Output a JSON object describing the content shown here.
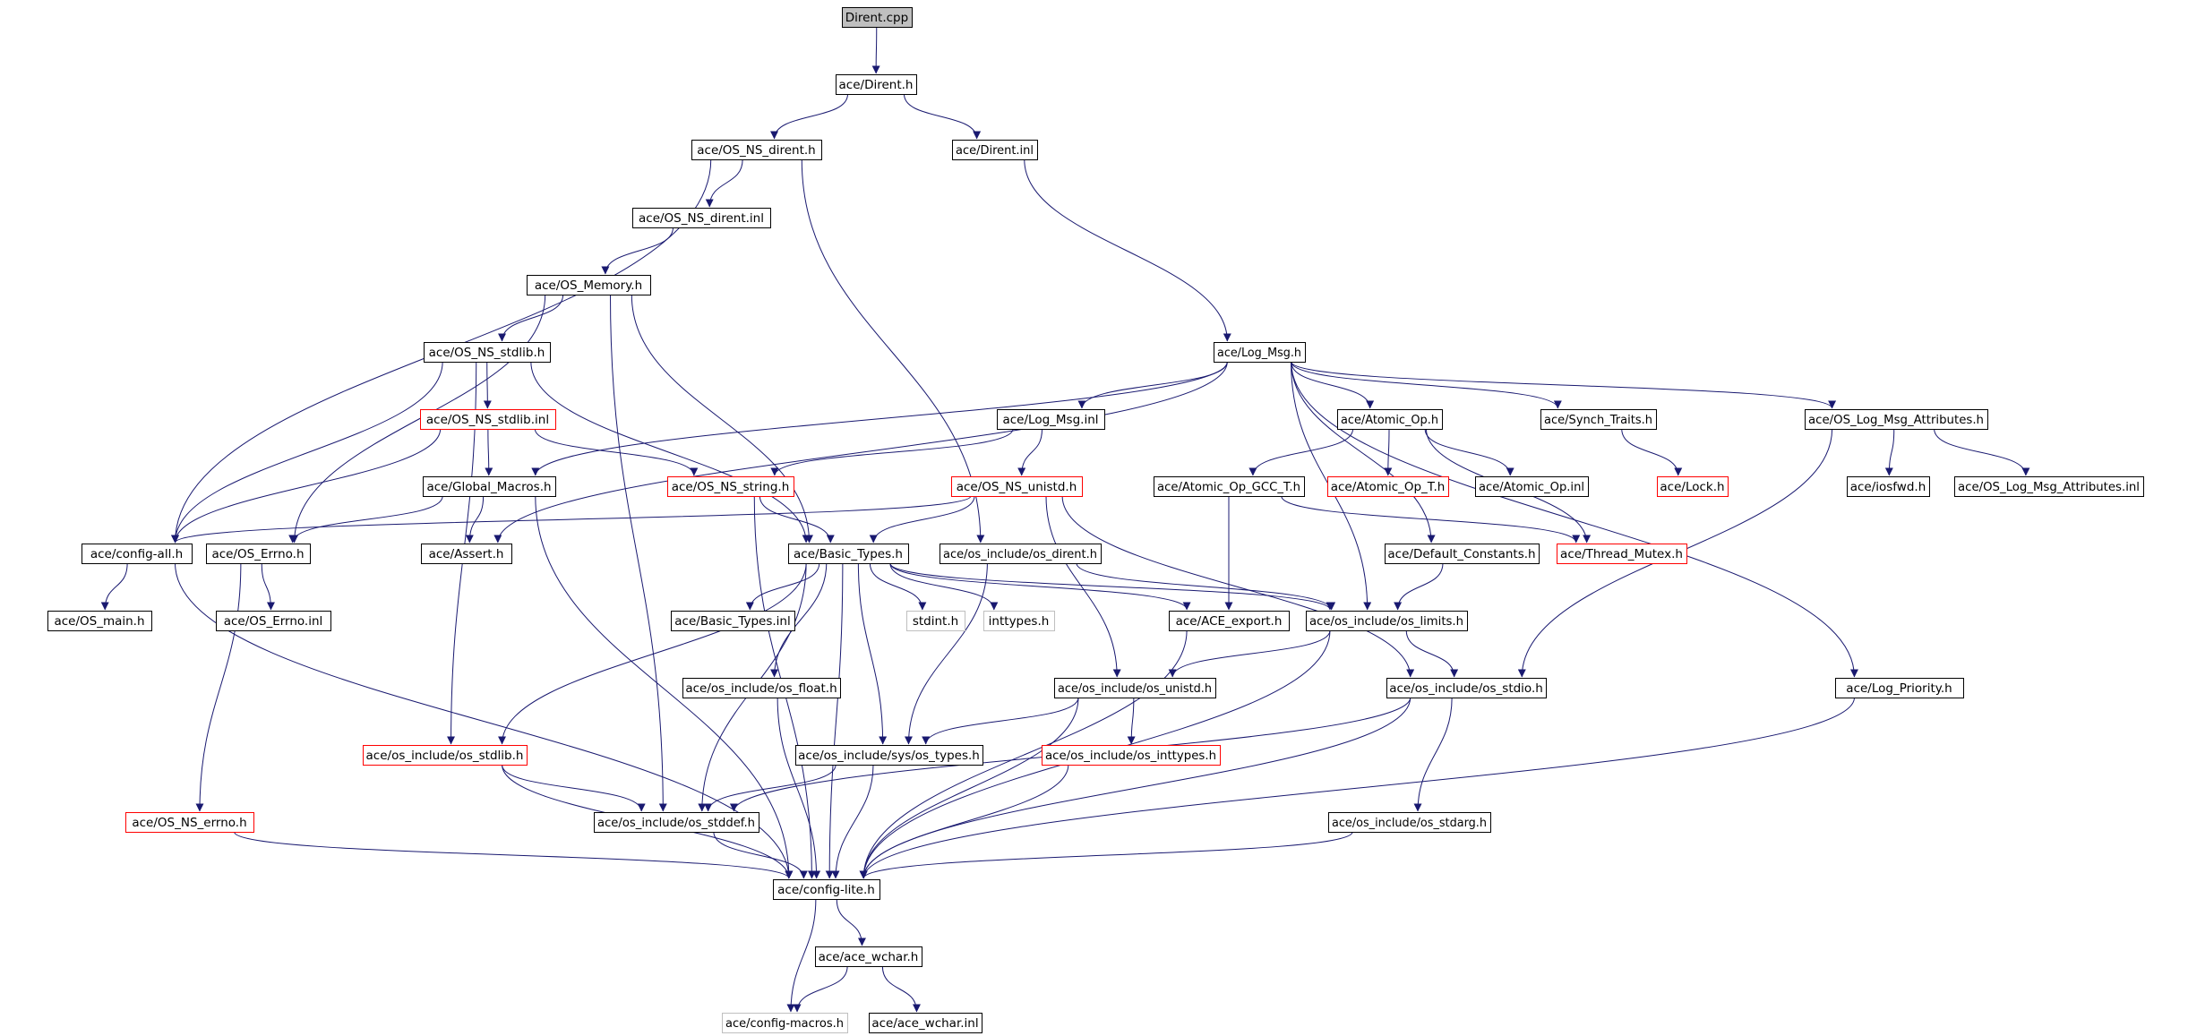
{
  "graph": {
    "colors": {
      "edge": "#191970",
      "text": "#000000",
      "normal_border": "#000000",
      "truncated_border": "#ff0000",
      "external_border": "#bfbfbf",
      "root_fill": "#bfbfbf",
      "background": "#ffffff"
    },
    "nodes": [
      {
        "id": "root",
        "label": "Dirent.cpp",
        "kind": "root"
      },
      {
        "id": "dirent_h",
        "label": "ace/Dirent.h",
        "kind": "normal"
      },
      {
        "id": "os_ns_dirent_h",
        "label": "ace/OS_NS_dirent.h",
        "kind": "normal"
      },
      {
        "id": "dirent_inl",
        "label": "ace/Dirent.inl",
        "kind": "normal"
      },
      {
        "id": "os_ns_dirent_inl",
        "label": "ace/OS_NS_dirent.inl",
        "kind": "normal"
      },
      {
        "id": "os_memory_h",
        "label": "ace/OS_Memory.h",
        "kind": "normal"
      },
      {
        "id": "log_msg_h",
        "label": "ace/Log_Msg.h",
        "kind": "normal"
      },
      {
        "id": "os_ns_stdlib_h",
        "label": "ace/OS_NS_stdlib.h",
        "kind": "normal"
      },
      {
        "id": "os_ns_stdlib_inl",
        "label": "ace/OS_NS_stdlib.inl",
        "kind": "truncated"
      },
      {
        "id": "log_msg_inl",
        "label": "ace/Log_Msg.inl",
        "kind": "normal"
      },
      {
        "id": "atomic_op_h",
        "label": "ace/Atomic_Op.h",
        "kind": "normal"
      },
      {
        "id": "synch_traits_h",
        "label": "ace/Synch_Traits.h",
        "kind": "normal"
      },
      {
        "id": "os_log_msg_attr_h",
        "label": "ace/OS_Log_Msg_Attributes.h",
        "kind": "normal"
      },
      {
        "id": "global_macros_h",
        "label": "ace/Global_Macros.h",
        "kind": "normal"
      },
      {
        "id": "os_ns_string_h",
        "label": "ace/OS_NS_string.h",
        "kind": "truncated"
      },
      {
        "id": "os_ns_unistd_h",
        "label": "ace/OS_NS_unistd.h",
        "kind": "truncated"
      },
      {
        "id": "atomic_op_gcc_t_h",
        "label": "ace/Atomic_Op_GCC_T.h",
        "kind": "normal"
      },
      {
        "id": "atomic_op_t_h",
        "label": "ace/Atomic_Op_T.h",
        "kind": "truncated"
      },
      {
        "id": "atomic_op_inl",
        "label": "ace/Atomic_Op.inl",
        "kind": "normal"
      },
      {
        "id": "lock_h",
        "label": "ace/Lock.h",
        "kind": "truncated"
      },
      {
        "id": "iosfwd_h",
        "label": "ace/iosfwd.h",
        "kind": "normal"
      },
      {
        "id": "os_log_msg_attr_inl",
        "label": "ace/OS_Log_Msg_Attributes.inl",
        "kind": "normal"
      },
      {
        "id": "config_all_h",
        "label": "ace/config-all.h",
        "kind": "normal"
      },
      {
        "id": "os_errno_h",
        "label": "ace/OS_Errno.h",
        "kind": "normal"
      },
      {
        "id": "assert_h",
        "label": "ace/Assert.h",
        "kind": "normal"
      },
      {
        "id": "basic_types_h",
        "label": "ace/Basic_Types.h",
        "kind": "normal"
      },
      {
        "id": "os_include_os_dirent_h",
        "label": "ace/os_include/os_dirent.h",
        "kind": "normal"
      },
      {
        "id": "default_constants_h",
        "label": "ace/Default_Constants.h",
        "kind": "normal"
      },
      {
        "id": "thread_mutex_h",
        "label": "ace/Thread_Mutex.h",
        "kind": "truncated"
      },
      {
        "id": "os_main_h",
        "label": "ace/OS_main.h",
        "kind": "normal"
      },
      {
        "id": "os_errno_inl",
        "label": "ace/OS_Errno.inl",
        "kind": "normal"
      },
      {
        "id": "basic_types_inl",
        "label": "ace/Basic_Types.inl",
        "kind": "normal"
      },
      {
        "id": "stdint_h",
        "label": "stdint.h",
        "kind": "external"
      },
      {
        "id": "inttypes_h",
        "label": "inttypes.h",
        "kind": "external"
      },
      {
        "id": "ace_export_h",
        "label": "ace/ACE_export.h",
        "kind": "normal"
      },
      {
        "id": "os_limits_h",
        "label": "ace/os_include/os_limits.h",
        "kind": "normal"
      },
      {
        "id": "os_float_h",
        "label": "ace/os_include/os_float.h",
        "kind": "normal"
      },
      {
        "id": "os_unistd_h",
        "label": "ace/os_include/os_unistd.h",
        "kind": "normal"
      },
      {
        "id": "os_stdio_h",
        "label": "ace/os_include/os_stdio.h",
        "kind": "normal"
      },
      {
        "id": "log_priority_h",
        "label": "ace/Log_Priority.h",
        "kind": "normal"
      },
      {
        "id": "os_stdlib_h",
        "label": "ace/os_include/os_stdlib.h",
        "kind": "truncated"
      },
      {
        "id": "sys_os_types_h",
        "label": "ace/os_include/sys/os_types.h",
        "kind": "normal"
      },
      {
        "id": "os_inttypes_h",
        "label": "ace/os_include/os_inttypes.h",
        "kind": "truncated"
      },
      {
        "id": "os_ns_errno_h",
        "label": "ace/OS_NS_errno.h",
        "kind": "truncated"
      },
      {
        "id": "os_stddef_h",
        "label": "ace/os_include/os_stddef.h",
        "kind": "normal"
      },
      {
        "id": "os_stdarg_h",
        "label": "ace/os_include/os_stdarg.h",
        "kind": "normal"
      },
      {
        "id": "config_lite_h",
        "label": "ace/config-lite.h",
        "kind": "normal"
      },
      {
        "id": "ace_wchar_h",
        "label": "ace/ace_wchar.h",
        "kind": "normal"
      },
      {
        "id": "config_macros_h",
        "label": "ace/config-macros.h",
        "kind": "external"
      },
      {
        "id": "ace_wchar_inl",
        "label": "ace/ace_wchar.inl",
        "kind": "normal"
      }
    ],
    "edges": [
      [
        "root",
        "dirent_h"
      ],
      [
        "dirent_h",
        "os_ns_dirent_h"
      ],
      [
        "dirent_h",
        "dirent_inl"
      ],
      [
        "os_ns_dirent_h",
        "config_all_h"
      ],
      [
        "os_ns_dirent_h",
        "os_ns_dirent_inl"
      ],
      [
        "os_ns_dirent_h",
        "os_include_os_dirent_h"
      ],
      [
        "dirent_inl",
        "log_msg_h"
      ],
      [
        "os_ns_dirent_inl",
        "os_memory_h"
      ],
      [
        "os_memory_h",
        "os_ns_stdlib_h"
      ],
      [
        "os_memory_h",
        "os_errno_h"
      ],
      [
        "os_memory_h",
        "basic_types_h"
      ],
      [
        "os_memory_h",
        "os_stddef_h"
      ],
      [
        "os_ns_stdlib_h",
        "os_ns_stdlib_inl"
      ],
      [
        "os_ns_stdlib_h",
        "config_all_h"
      ],
      [
        "os_ns_stdlib_h",
        "basic_types_h"
      ],
      [
        "os_ns_stdlib_h",
        "os_stdlib_h"
      ],
      [
        "os_ns_stdlib_inl",
        "global_macros_h"
      ],
      [
        "os_ns_stdlib_inl",
        "os_ns_string_h"
      ],
      [
        "os_ns_stdlib_inl",
        "config_all_h"
      ],
      [
        "log_msg_h",
        "log_msg_inl"
      ],
      [
        "log_msg_h",
        "atomic_op_h"
      ],
      [
        "log_msg_h",
        "synch_traits_h"
      ],
      [
        "log_msg_h",
        "os_log_msg_attr_h"
      ],
      [
        "log_msg_h",
        "global_macros_h"
      ],
      [
        "log_msg_h",
        "assert_h"
      ],
      [
        "log_msg_h",
        "default_constants_h"
      ],
      [
        "log_msg_h",
        "os_limits_h"
      ],
      [
        "log_msg_h",
        "log_priority_h"
      ],
      [
        "log_msg_inl",
        "os_ns_string_h"
      ],
      [
        "log_msg_inl",
        "os_ns_unistd_h"
      ],
      [
        "atomic_op_h",
        "atomic_op_gcc_t_h"
      ],
      [
        "atomic_op_h",
        "atomic_op_t_h"
      ],
      [
        "atomic_op_h",
        "atomic_op_inl"
      ],
      [
        "atomic_op_h",
        "thread_mutex_h"
      ],
      [
        "synch_traits_h",
        "lock_h"
      ],
      [
        "os_log_msg_attr_h",
        "iosfwd_h"
      ],
      [
        "os_log_msg_attr_h",
        "os_log_msg_attr_inl"
      ],
      [
        "os_log_msg_attr_h",
        "os_stdio_h"
      ],
      [
        "global_macros_h",
        "os_errno_h"
      ],
      [
        "global_macros_h",
        "assert_h"
      ],
      [
        "global_macros_h",
        "config_lite_h"
      ],
      [
        "os_ns_string_h",
        "basic_types_h"
      ],
      [
        "os_ns_string_h",
        "config_lite_h"
      ],
      [
        "os_ns_unistd_h",
        "config_all_h"
      ],
      [
        "os_ns_unistd_h",
        "basic_types_h"
      ],
      [
        "os_ns_unistd_h",
        "os_unistd_h"
      ],
      [
        "os_ns_unistd_h",
        "os_stdio_h"
      ],
      [
        "atomic_op_gcc_t_h",
        "ace_export_h"
      ],
      [
        "atomic_op_gcc_t_h",
        "thread_mutex_h"
      ],
      [
        "config_all_h",
        "os_main_h"
      ],
      [
        "config_all_h",
        "config_lite_h"
      ],
      [
        "os_errno_h",
        "os_errno_inl"
      ],
      [
        "os_errno_h",
        "os_ns_errno_h"
      ],
      [
        "basic_types_h",
        "basic_types_inl"
      ],
      [
        "basic_types_h",
        "stdint_h"
      ],
      [
        "basic_types_h",
        "inttypes_h"
      ],
      [
        "basic_types_h",
        "ace_export_h"
      ],
      [
        "basic_types_h",
        "os_limits_h"
      ],
      [
        "basic_types_h",
        "os_float_h"
      ],
      [
        "basic_types_h",
        "os_stdlib_h"
      ],
      [
        "basic_types_h",
        "sys_os_types_h"
      ],
      [
        "basic_types_h",
        "os_stddef_h"
      ],
      [
        "basic_types_h",
        "config_lite_h"
      ],
      [
        "os_include_os_dirent_h",
        "os_limits_h"
      ],
      [
        "os_include_os_dirent_h",
        "sys_os_types_h"
      ],
      [
        "default_constants_h",
        "os_limits_h"
      ],
      [
        "os_limits_h",
        "os_unistd_h"
      ],
      [
        "os_limits_h",
        "os_stdio_h"
      ],
      [
        "os_limits_h",
        "config_lite_h"
      ],
      [
        "os_float_h",
        "config_lite_h"
      ],
      [
        "os_unistd_h",
        "sys_os_types_h"
      ],
      [
        "os_unistd_h",
        "os_inttypes_h"
      ],
      [
        "os_unistd_h",
        "config_lite_h"
      ],
      [
        "os_stdio_h",
        "os_stddef_h"
      ],
      [
        "os_stdio_h",
        "os_stdarg_h"
      ],
      [
        "os_stdio_h",
        "config_lite_h"
      ],
      [
        "log_priority_h",
        "config_lite_h"
      ],
      [
        "os_stdlib_h",
        "os_stddef_h"
      ],
      [
        "os_stdlib_h",
        "config_lite_h"
      ],
      [
        "sys_os_types_h",
        "os_stddef_h"
      ],
      [
        "sys_os_types_h",
        "config_lite_h"
      ],
      [
        "os_inttypes_h",
        "config_lite_h"
      ],
      [
        "os_ns_errno_h",
        "config_lite_h"
      ],
      [
        "os_stddef_h",
        "config_lite_h"
      ],
      [
        "os_stdarg_h",
        "config_lite_h"
      ],
      [
        "ace_export_h",
        "config_lite_h"
      ],
      [
        "config_lite_h",
        "ace_wchar_h"
      ],
      [
        "config_lite_h",
        "config_macros_h"
      ],
      [
        "ace_wchar_h",
        "config_macros_h"
      ],
      [
        "ace_wchar_h",
        "ace_wchar_inl"
      ]
    ]
  }
}
